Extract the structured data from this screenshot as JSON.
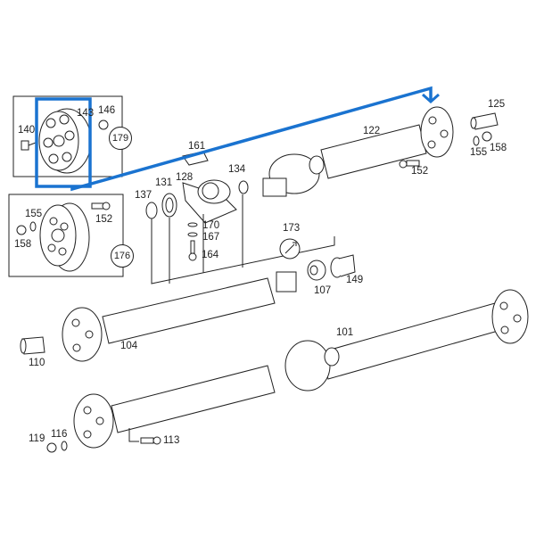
{
  "highlight_color": "#1a73d0",
  "callouts": {
    "p143": "143",
    "p146": "146",
    "p140": "140",
    "p179": "179",
    "p161": "161",
    "p128": "128",
    "p131": "131",
    "p137": "137",
    "p134": "134",
    "p122": "122",
    "p125": "125",
    "p155a": "155",
    "p158a": "158",
    "p152a": "152",
    "p170": "170",
    "p167": "167",
    "p164": "164",
    "p173": "173",
    "p107": "107",
    "p149": "149",
    "p155b": "155",
    "p152b": "152",
    "p158b": "158",
    "p176": "176",
    "p104": "104",
    "p110": "110",
    "p101": "101",
    "p119": "119",
    "p116": "116",
    "p113": "113"
  }
}
